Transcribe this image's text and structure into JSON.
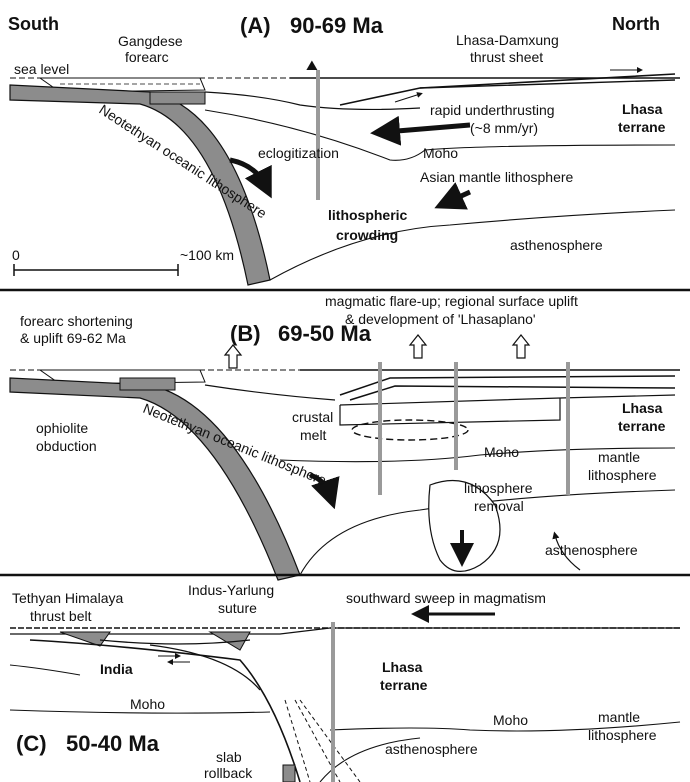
{
  "header": {
    "south": "South",
    "north": "North"
  },
  "panel_a": {
    "letter": "(A)",
    "age": "90-69 Ma",
    "labels": {
      "gangdese": "Gangdese",
      "forearc": "forearc",
      "sea_level": "sea level",
      "thrust_sheet_1": "Lhasa-Damxung",
      "thrust_sheet_2": "thrust sheet",
      "underthrusting_1": "rapid underthrusting",
      "underthrusting_2": "(~8 mm/yr)",
      "lhasa_1": "Lhasa",
      "lhasa_2": "terrane",
      "eclogitization": "eclogitization",
      "moho": "Moho",
      "neotethyan": "Neotethyan oceanic lithosphere",
      "asian_mantle": "Asian mantle lithosphere",
      "crowding_1": "lithospheric",
      "crowding_2": "crowding",
      "asthenosphere": "asthenosphere",
      "scale_zero": "0",
      "scale_len": "~100 km"
    }
  },
  "panel_b": {
    "letter": "(B)",
    "age": "69-50 Ma",
    "labels": {
      "forearc_1": "forearc shortening",
      "forearc_2": "& uplift 69-62 Ma",
      "flare_1": "magmatic flare-up; regional surface uplift",
      "flare_2": "& development of 'Lhasaplano'",
      "ophiolite_1": "ophiolite",
      "ophiolite_2": "obduction",
      "neotethyan": "Neotethyan oceanic lithosphere",
      "crustal_1": "crustal",
      "crustal_2": "melt",
      "lhasa_1": "Lhasa",
      "lhasa_2": "terrane",
      "moho": "Moho",
      "mantle_1": "mantle",
      "mantle_2": "lithosphere",
      "removal_1": "lithosphere",
      "removal_2": "removal",
      "asthenosphere": "asthenosphere"
    }
  },
  "panel_c": {
    "letter": "(C)",
    "age": "50-40 Ma",
    "labels": {
      "tethyan_1": "Tethyan Himalaya",
      "tethyan_2": "thrust belt",
      "suture_1": "Indus-Yarlung",
      "suture_2": "suture",
      "sweep": "southward sweep in magmatism",
      "india": "India",
      "lhasa_1": "Lhasa",
      "lhasa_2": "terrane",
      "moho_left": "Moho",
      "moho_right": "Moho",
      "mantle_1": "mantle",
      "mantle_2": "lithosphere",
      "asthenosphere": "asthenosphere",
      "slab_1": "slab",
      "slab_2": "rollback"
    }
  },
  "colors": {
    "slab_fill": "#8c8c8c",
    "conduit": "#9a9a9a",
    "ink": "#111111"
  }
}
